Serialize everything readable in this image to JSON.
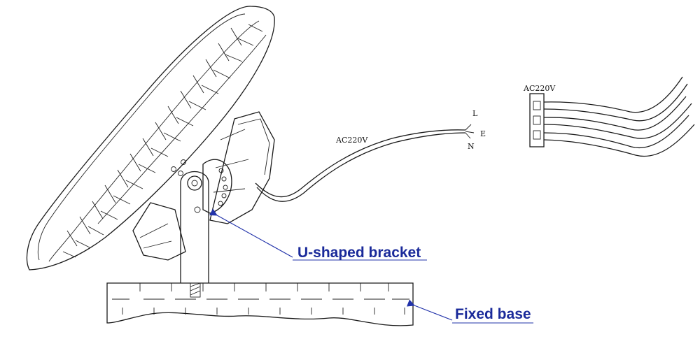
{
  "labels": {
    "cable_voltage": "AC220V",
    "connector_voltage": "AC220V",
    "live": "L",
    "earth": "E",
    "neutral": "N",
    "bracket": "U-shaped bracket",
    "base": "Fixed base"
  },
  "colors": {
    "line": "#1a1a1a",
    "callout_text": "#1a2a9a",
    "callout_arrow": "#2233aa"
  }
}
